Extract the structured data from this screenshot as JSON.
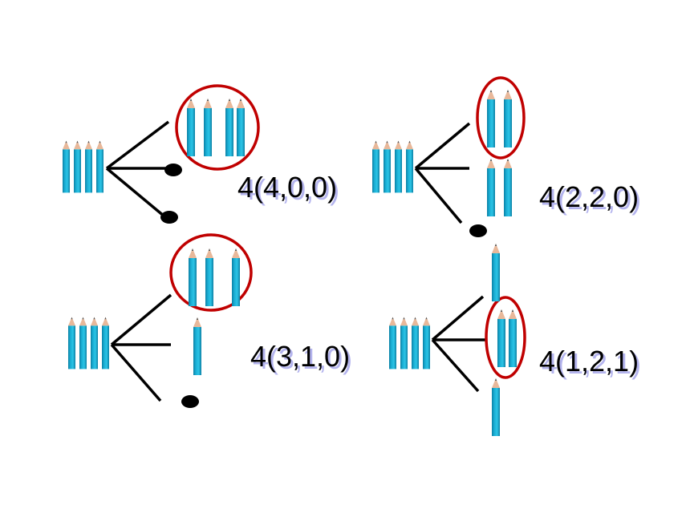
{
  "diagrams": [
    {
      "label": "4(4,0,0)"
    },
    {
      "label": "4(2,2,0)"
    },
    {
      "label": "4(3,1,0)"
    },
    {
      "label": "4(1,2,1)"
    }
  ],
  "colors": {
    "pencil_body": "#1aaed4",
    "pencil_shade": "#0b7fa3",
    "pencil_wood": "#e8b89a",
    "circle": "#c00000",
    "line": "#000000"
  },
  "icon_names": [
    "pencil-icon",
    "empty-box-dot-icon"
  ]
}
